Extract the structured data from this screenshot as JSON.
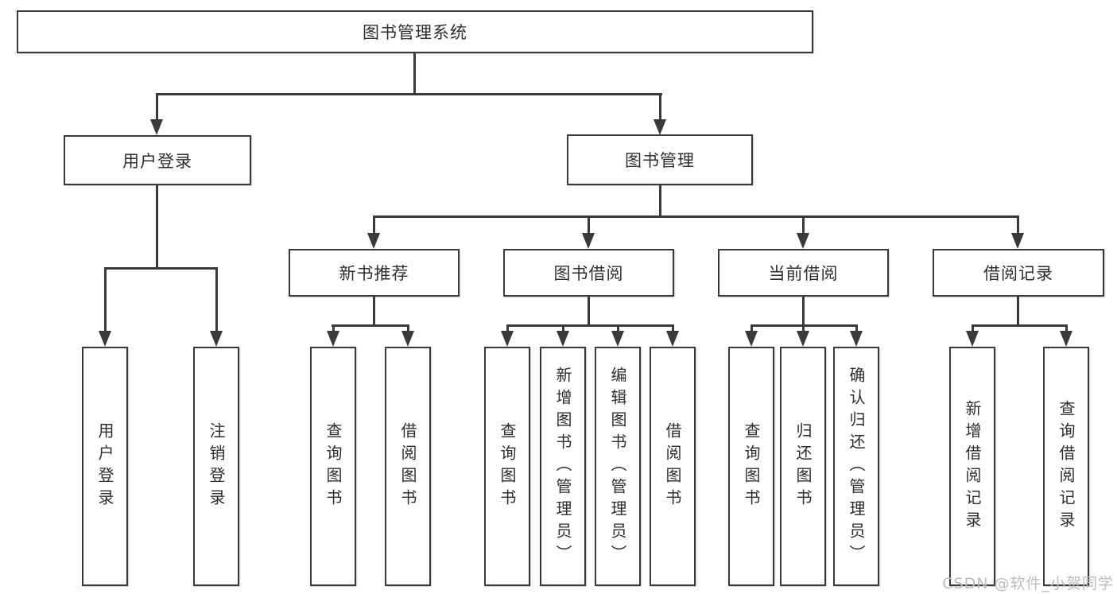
{
  "colors": {
    "line": "#3a3a3a",
    "border": "#3a3a3a",
    "text": "#2e2e2e",
    "wm": "#b9bec4",
    "bg": "#ffffff"
  },
  "watermark": {
    "text": "CSDN @软件_小贺同学"
  },
  "tree": {
    "root": {
      "label": "图书管理系统"
    },
    "branches": [
      {
        "label": "用户登录",
        "leaves": [
          {
            "label": "用户登录"
          },
          {
            "label": "注销登录"
          }
        ]
      },
      {
        "label": "图书管理",
        "groups": [
          {
            "label": "新书推荐",
            "leaves": [
              {
                "label": "查询图书"
              },
              {
                "label": "借阅图书"
              }
            ]
          },
          {
            "label": "图书借阅",
            "leaves": [
              {
                "label": "查询图书"
              },
              {
                "label": "新增图书（管理员）"
              },
              {
                "label": "编辑图书（管理员）"
              },
              {
                "label": "借阅图书"
              }
            ]
          },
          {
            "label": "当前借阅",
            "leaves": [
              {
                "label": "查询图书"
              },
              {
                "label": "归还图书"
              },
              {
                "label": "确认归还（管理员）"
              }
            ]
          },
          {
            "label": "借阅记录",
            "leaves": [
              {
                "label": "新增借阅记录"
              },
              {
                "label": "查询借阅记录"
              }
            ]
          }
        ]
      }
    ]
  }
}
